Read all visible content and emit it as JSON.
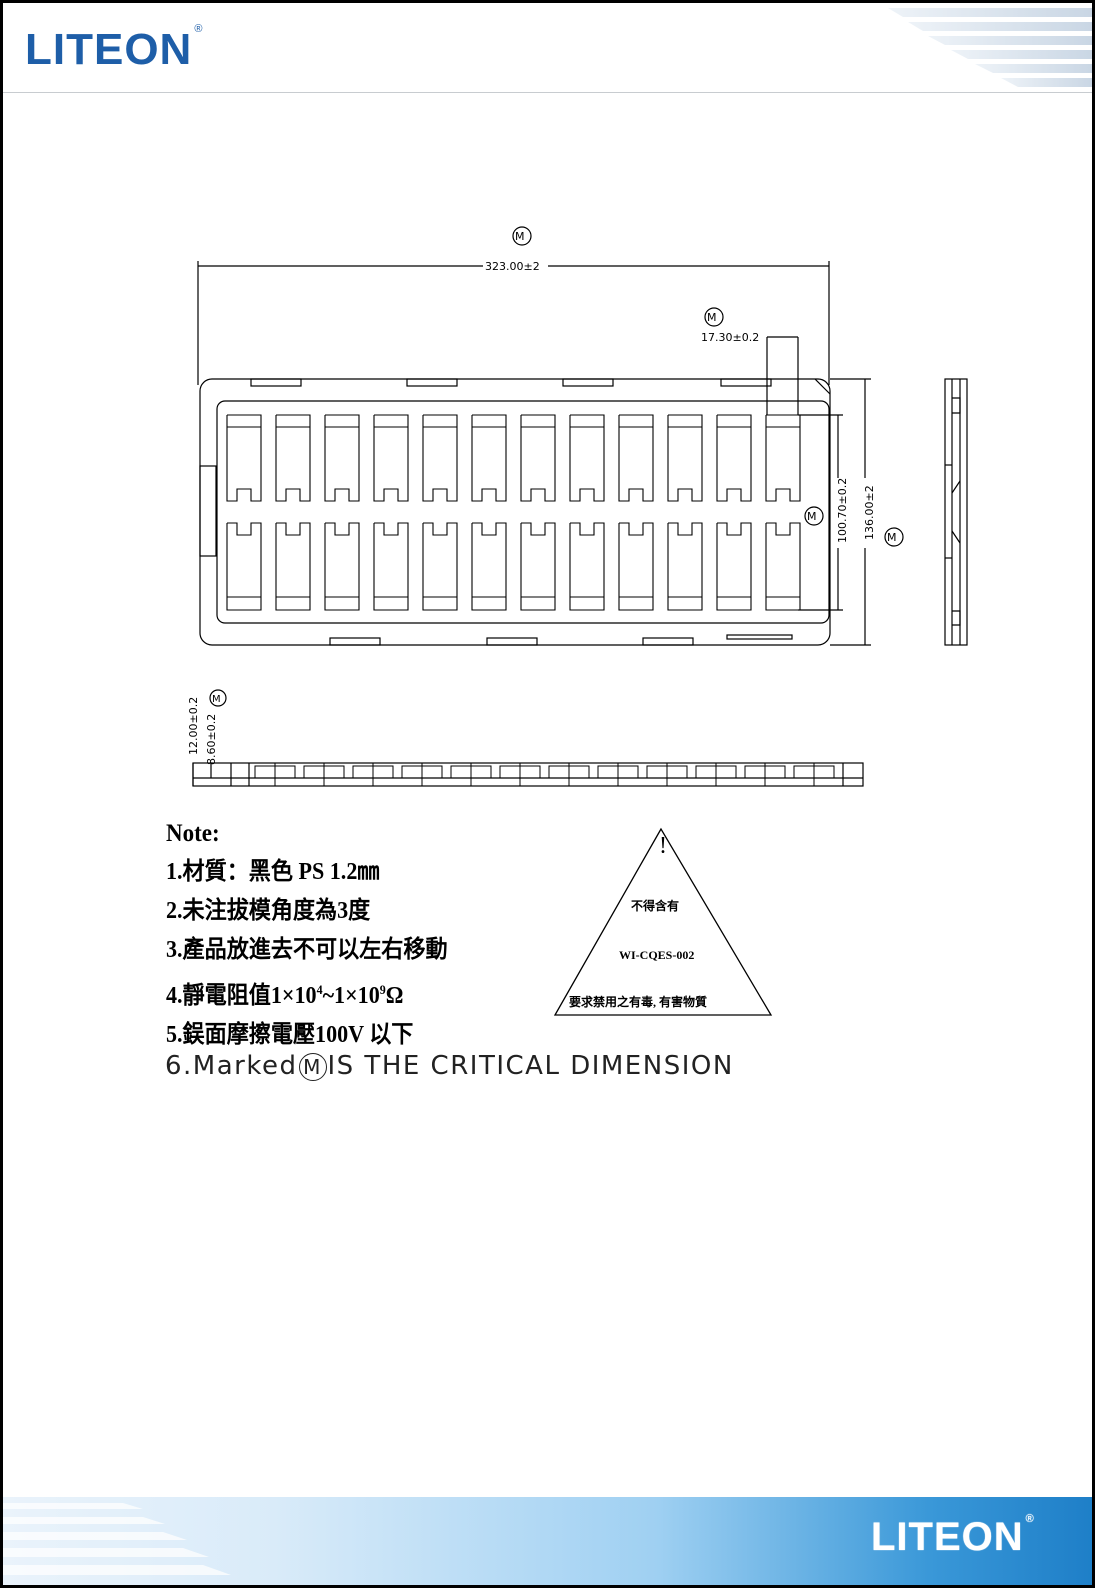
{
  "header": {
    "logo_text": "LITEON",
    "logo_mark": "®",
    "brand_color": "#1e5ea8"
  },
  "footer": {
    "logo_text": "LITEON",
    "logo_mark": "®"
  },
  "drawing": {
    "critical_mark": "M",
    "dim_length": "323.00±2",
    "dim_pitch": "17.30±0.2",
    "dim_inner_width": "100.70±0.2",
    "dim_outer_width": "136.00±2",
    "dim_height": "12.00±0.2",
    "dim_depth": "8.60±0.2"
  },
  "notes": {
    "title": "Note:",
    "line1": "1.材質：黑色 PS 1.2㎜",
    "line2": "2.未注拔模角度為3度",
    "line3": "3.產品放進去不可以左右移動",
    "line4_prefix": "4.靜電阻值1×10",
    "line4_exp1": "4",
    "line4_mid": "~1×10",
    "line4_exp2": "9",
    "line4_suffix": "Ω",
    "line5": "5.鋘面摩擦電壓100V 以下",
    "line6_prefix": "6.Marked",
    "line6_mark": "M",
    "line6_suffix": "IS THE CRITICAL DIMENSION"
  },
  "warning": {
    "exclamation": "!",
    "line1": "不得含有",
    "line2": "WI-CQES-002",
    "line3": "要求禁用之有毒, 有害物質"
  }
}
